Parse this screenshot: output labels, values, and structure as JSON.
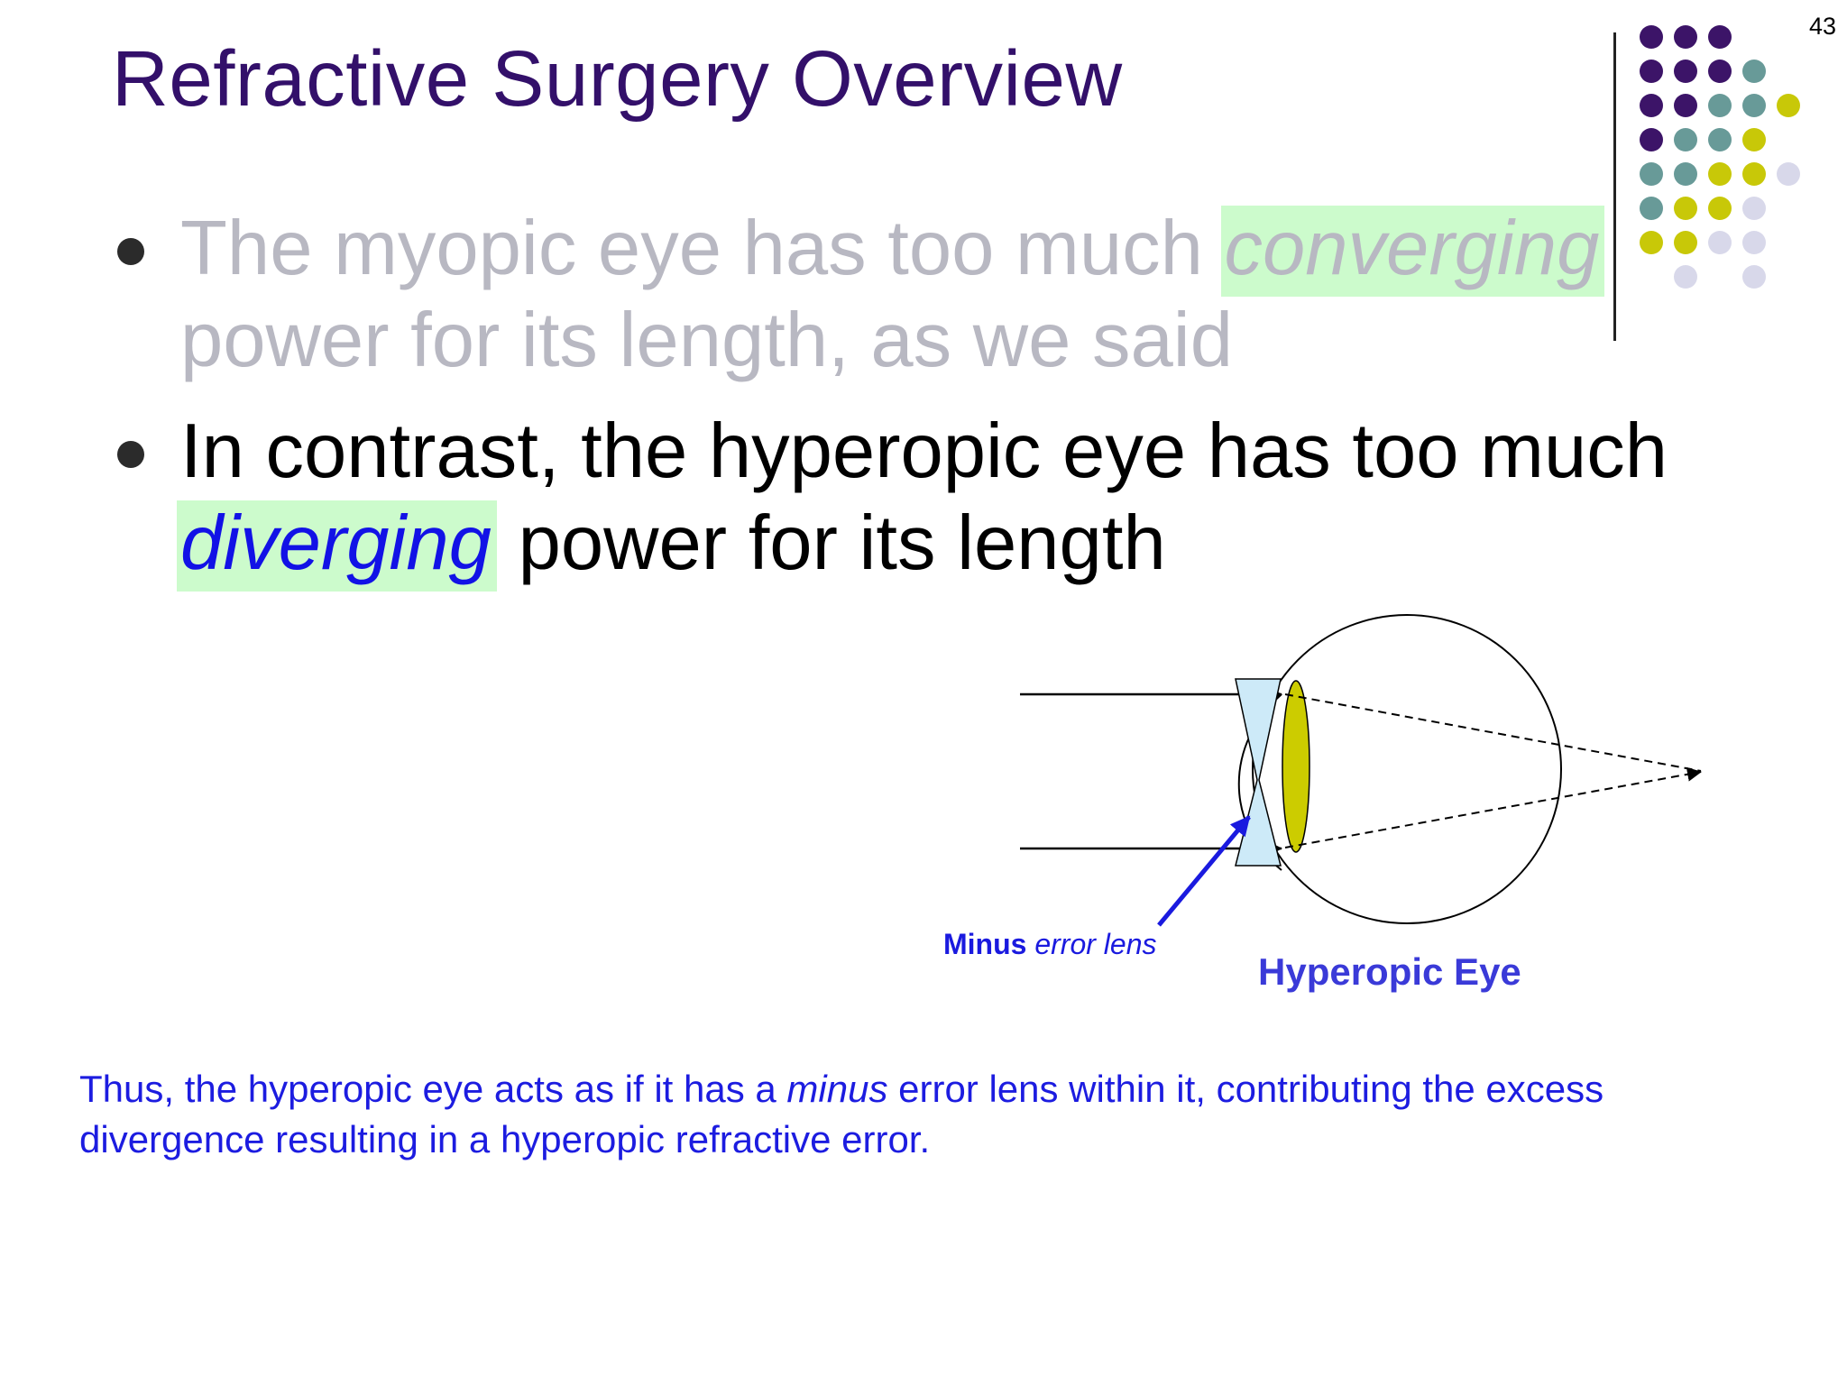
{
  "slide": {
    "number": "43",
    "title": "Refractive Surgery Overview"
  },
  "bullets": [
    {
      "line1_before": "The myopic eye has too much ",
      "line1_highlight": "converging",
      "line2": "power for its length, as we said",
      "text_color": "#b8b8c2",
      "highlight_text_color": "#b8b8c2"
    },
    {
      "line1": "In contrast, the hyperopic eye has too much",
      "line2_highlight": "diverging",
      "line2_after": " power for its length",
      "text_color": "#000000",
      "highlight_text_color": "#1212e6"
    }
  ],
  "diagram": {
    "lens_label_bold": "Minus",
    "lens_label_italic": " error lens",
    "eye_label": "Hyperopic Eye",
    "colors": {
      "minus_lens_fill": "#cdeaf8",
      "crystalline_lens_fill": "#cccc00",
      "arrow_blue": "#1a1adf"
    }
  },
  "caption": {
    "before": "Thus, the hyperopic eye acts as if it has a ",
    "emphasis": "minus",
    "after": " error lens within it, contributing the excess divergence resulting in a hyperopic refractive error."
  },
  "theme": {
    "title_color": "#33106a",
    "highlight_bg": "#ccfbcc",
    "caption_color": "#1c1ce0",
    "dot_palette": [
      "#3c1468",
      "#689a98",
      "#c8c808",
      "#d8d8ea"
    ]
  }
}
